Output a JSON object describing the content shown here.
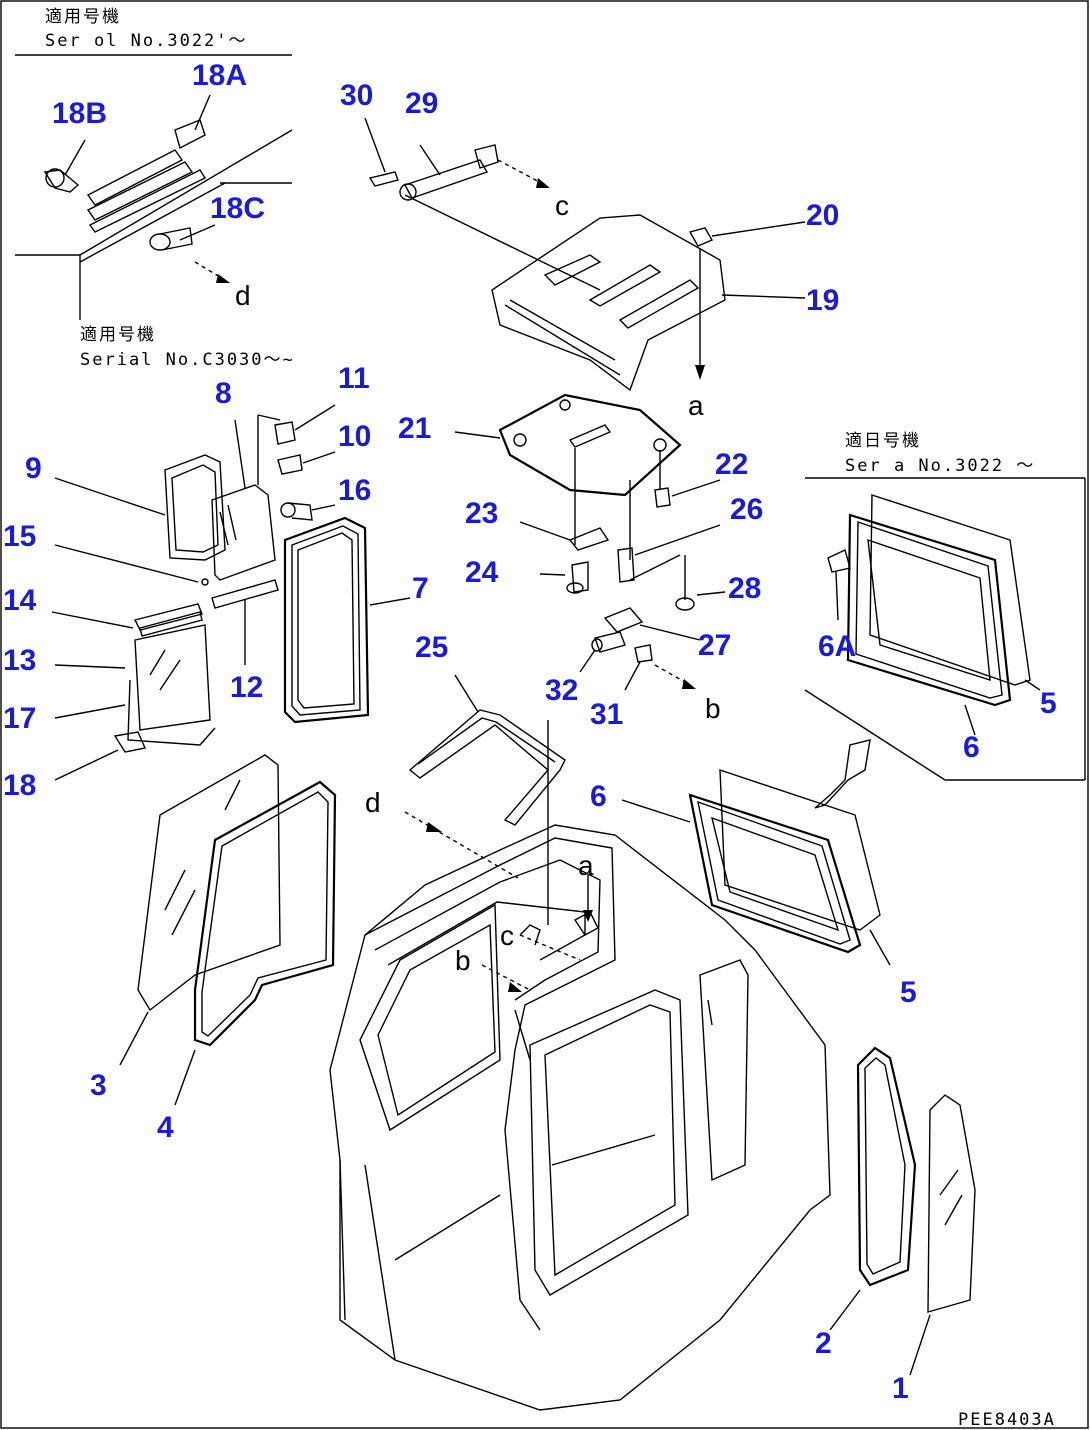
{
  "captions": {
    "top_left_1": "適用号機",
    "top_left_2": "Ser ol No.3022'〜",
    "mid_left_1": "適用号機",
    "mid_left_2": "Serial No.C3030〜~",
    "right_1": "適日号機",
    "right_2": "Ser a  No.3022 〜"
  },
  "part_labels": {
    "p1": "1",
    "p2": "2",
    "p3": "3",
    "p4": "4",
    "p5a": "5",
    "p5b": "5",
    "p6a": "6",
    "p6b": "6",
    "p6A": "6A",
    "p7": "7",
    "p8": "8",
    "p9": "9",
    "p10": "10",
    "p11": "11",
    "p12": "12",
    "p13": "13",
    "p14": "14",
    "p15": "15",
    "p16": "16",
    "p17": "17",
    "p18": "18",
    "p18A": "18A",
    "p18B": "18B",
    "p18C": "18C",
    "p19": "19",
    "p20": "20",
    "p21": "21",
    "p22": "22",
    "p23": "23",
    "p24": "24",
    "p25": "25",
    "p26": "26",
    "p27": "27",
    "p28": "28",
    "p29": "29",
    "p30": "30",
    "p31": "31",
    "p32": "32"
  },
  "ref_letters": {
    "a_top": "a",
    "a_cab": "a",
    "b_top": "b",
    "b_cab": "b",
    "c_top": "c",
    "c_cab": "c",
    "d_inset": "d",
    "d_cab": "d"
  },
  "drawing_code": "PEE8403A",
  "colors": {
    "label": "#1a1adc",
    "line": "#000000"
  }
}
